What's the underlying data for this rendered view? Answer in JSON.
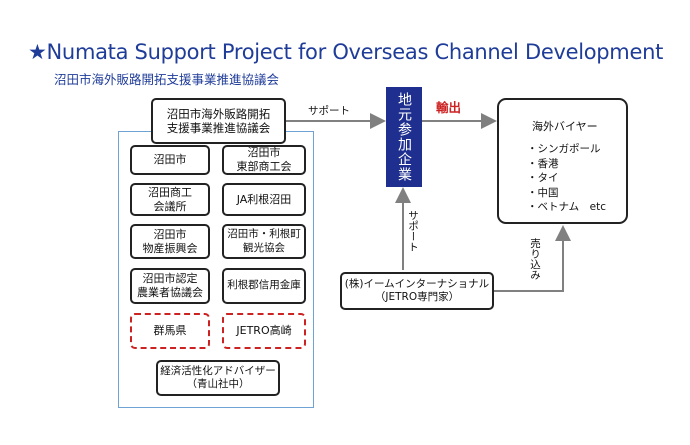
{
  "header": {
    "title": "★Numata Support Project for Overseas Channel Development",
    "subtitle": "沼田市海外販路開拓支援事業推進協議会"
  },
  "council_box": "沼田市海外販路開拓\n支援事業推進協議会",
  "members": [
    "沼田市",
    "沼田市\n東部商工会",
    "沼田商工\n会議所",
    "JA利根沼田",
    "沼田市\n物産振興会",
    "沼田市・利根町\n観光協会",
    "沼田市認定\n農業者協議会",
    "利根郡信用金庫",
    "群馬県",
    "JETRO高崎",
    "経済活性化アドバイザー\n（青山社中）"
  ],
  "local_companies": "地元参加企業",
  "export_label": "輸出",
  "support_label_1": "サポート",
  "support_label_2": "サポート",
  "sales_label": "売り込み",
  "buyer": {
    "title": "海外バイヤー",
    "items": [
      "・シンガポール",
      "・香港",
      "・タイ",
      "・中国",
      "・ベトナム　etc"
    ]
  },
  "ime_box": "(株)イームインターナショナル\n（JETRO専門家）",
  "colors": {
    "title": "#1f3c99",
    "accent_red": "#cc2222",
    "company_fill": "#1f2f8f",
    "group_border": "#6fa3d6"
  }
}
